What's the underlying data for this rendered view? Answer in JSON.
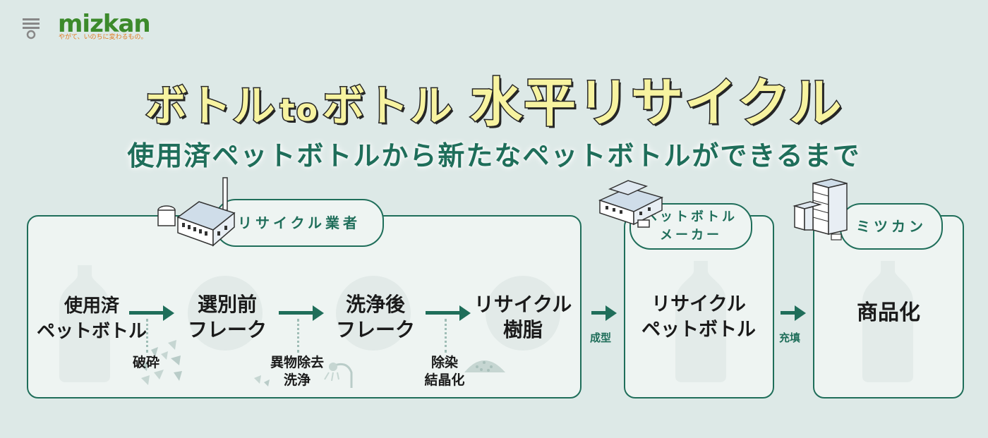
{
  "brand": {
    "name": "mizkan",
    "tagline": "やがて、いのちに変わるもの。"
  },
  "title": {
    "part1": "ボトル",
    "connector": "to",
    "part2": "ボトル",
    "emphasis": "水平リサイクル"
  },
  "subtitle": "使用済ペットボトルから新たなペットボトルができるまで",
  "sections": {
    "recycler": {
      "label": "リサイクル業者",
      "stages": [
        "使用済\nペットボトル",
        "選別前\nフレーク",
        "洗浄後\nフレーク",
        "リサイクル\n樹脂"
      ],
      "notes": [
        "破砕",
        "異物除去\n洗浄",
        "除染\n結晶化"
      ]
    },
    "maker": {
      "label": "ペットボトル\nメーカー",
      "stage": "リサイクル\nペットボトル"
    },
    "mizkan": {
      "label": "ミツカン",
      "stage": "商品化"
    }
  },
  "transitions": [
    "成型",
    "充填"
  ],
  "colors": {
    "background": "#dde9e7",
    "accent_green": "#1f6e5a",
    "title_yellow": "#f7f3a0",
    "brand_green": "#3c8a2b",
    "brand_orange": "#e07a1f"
  },
  "icons": [
    "factory-icon",
    "warehouse-icon",
    "office-building-icon",
    "pet-bottle-icon",
    "flakes-icon",
    "shower-icon",
    "pellets-icon"
  ]
}
